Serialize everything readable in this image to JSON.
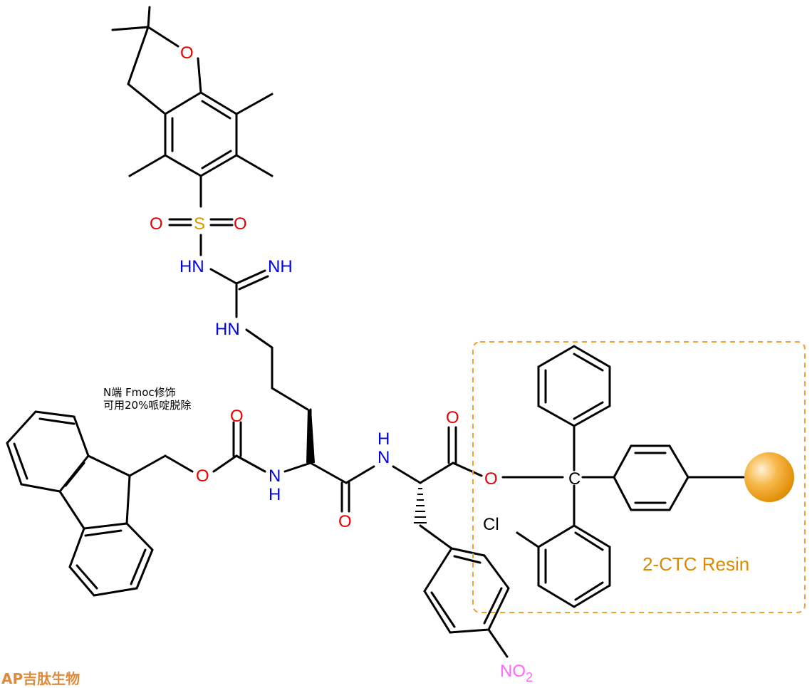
{
  "note": {
    "line1": "N端 Fmoc修饰",
    "line2": "可用20%哌啶脱除"
  },
  "resin_label": "2-CTC Resin",
  "watermark": "AP吉肽生物",
  "atom_labels": {
    "o_furan": "O",
    "o_sulfonyl_left": "O",
    "s_sulfonyl": "S",
    "o_sulfonyl_right": "O",
    "nh_sulfonamide": "HN",
    "nh_imine": "NH",
    "nh_guanidine": "HN",
    "o_fmoc_ester": "O",
    "o_fmoc_carbonyl": "O",
    "nh_arg_amide": "N",
    "h_arg_amide": "H",
    "o_arg_carbonyl": "O",
    "nh_phe_amide": "N",
    "h_phe_amide": "H",
    "o_phe_carbonyl": "O",
    "o_resin_ester": "O",
    "c_trityl": "C",
    "cl": "Cl",
    "no2_main": "NO",
    "no2_sub": "2"
  },
  "colors": {
    "oxygen": "#e60000",
    "nitrogen": "#0000e6",
    "sulfur": "#d79a00",
    "nitro": "#ff66ff",
    "resin": "#d98a00",
    "bond": "#000000"
  }
}
